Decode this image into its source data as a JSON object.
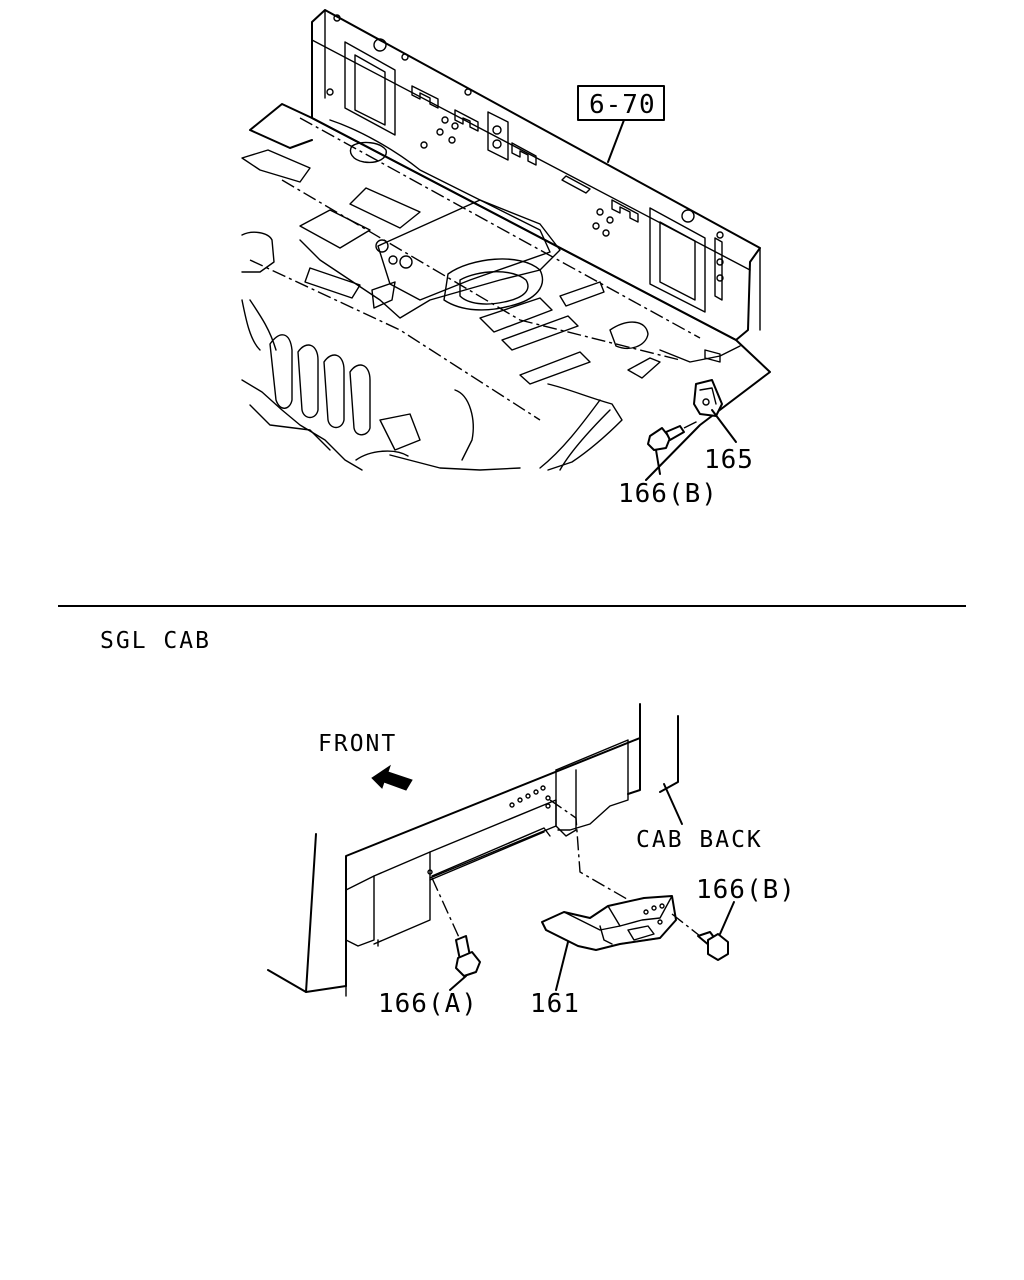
{
  "top_diagram": {
    "ref_box": "6-70",
    "callouts": {
      "part_165": "165",
      "part_166b": "166(B)"
    }
  },
  "divider": true,
  "bottom_diagram": {
    "variant_label": "SGL CAB",
    "direction_label": "FRONT",
    "callouts": {
      "cab_back": "CAB BACK",
      "part_166b": "166(B)",
      "part_166a": "166(A)",
      "part_161": "161"
    }
  }
}
